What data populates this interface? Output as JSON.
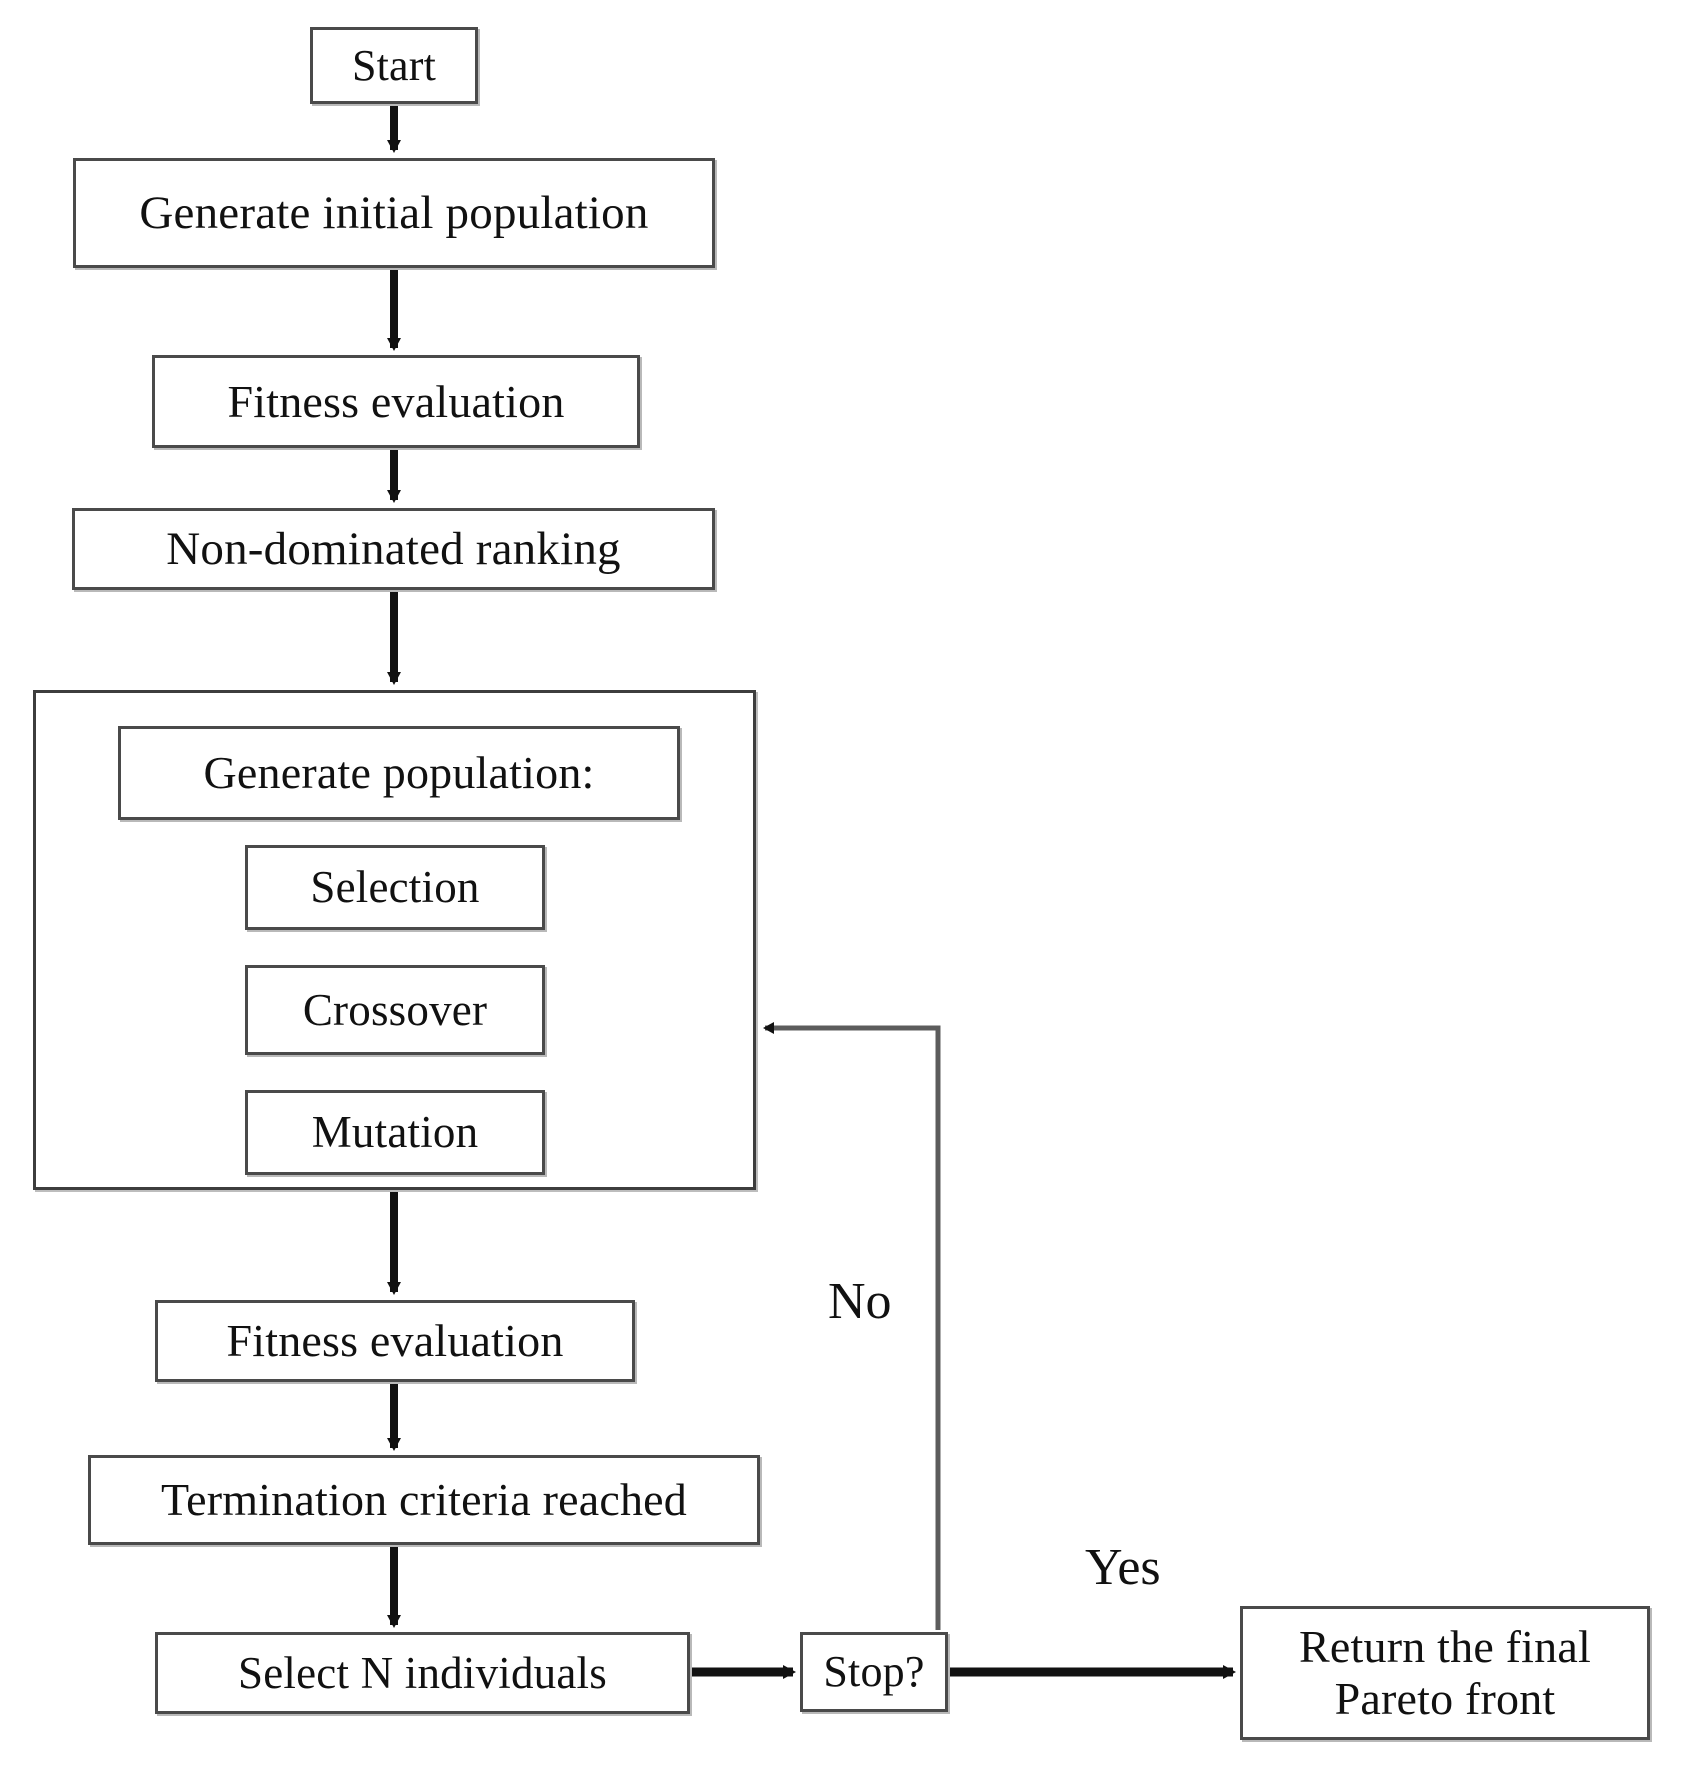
{
  "diagram": {
    "title": "Multi-objective genetic algorithm (NSGA) flowchart",
    "background_color": "#ffffff",
    "box_border_color": "#4a4a4a",
    "text_color": "#111111",
    "arrow_color": "#111111"
  },
  "nodes": {
    "start": {
      "label": "Start"
    },
    "generate_initial_population": {
      "label": "Generate initial population"
    },
    "fitness_evaluation_1": {
      "label": "Fitness evaluation"
    },
    "non_dominated_ranking": {
      "label": "Non-dominated ranking"
    },
    "generate_population": {
      "label": "Generate population:"
    },
    "selection": {
      "label": "Selection"
    },
    "crossover": {
      "label": "Crossover"
    },
    "mutation": {
      "label": "Mutation"
    },
    "fitness_evaluation_2": {
      "label": "Fitness evaluation"
    },
    "termination_criteria": {
      "label": "Termination criteria reached"
    },
    "select_n_individuals": {
      "label": "Select N individuals"
    },
    "stop_decision": {
      "label": "Stop?"
    },
    "return_pareto": {
      "label": "Return the final\nPareto front"
    }
  },
  "edge_labels": {
    "no": "No",
    "yes": "Yes"
  }
}
